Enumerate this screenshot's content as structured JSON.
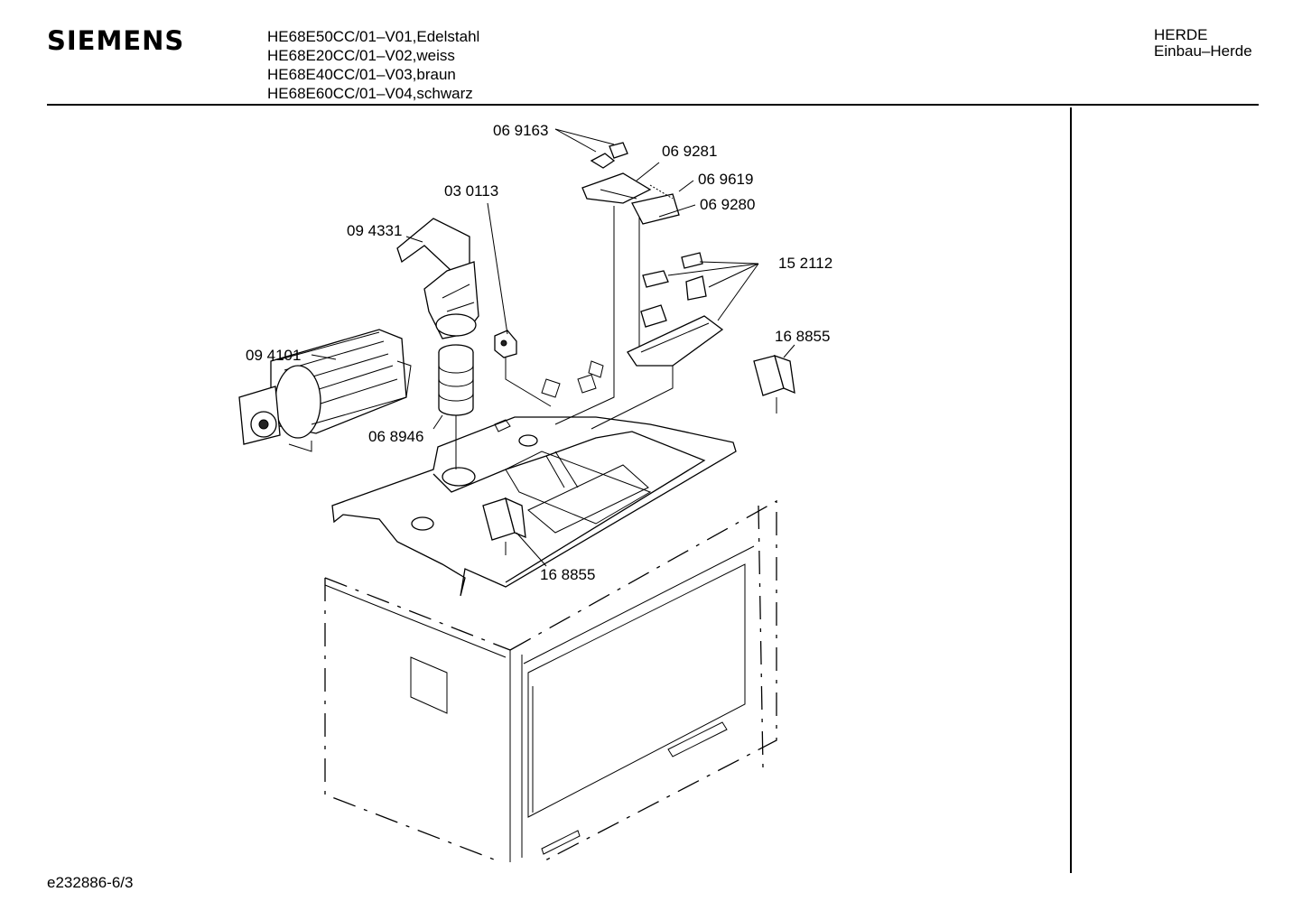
{
  "brand": "SIEMENS",
  "models": [
    "HE68E50CC/01–V01,Edelstahl",
    "HE68E20CC/01–V02,weiss",
    "HE68E40CC/01–V03,braun",
    "HE68E60CC/01–V04,schwarz"
  ],
  "category": {
    "line1": "HERDE",
    "line2": "Einbau–Herde"
  },
  "doc_number": "e232886-6/3",
  "callouts": {
    "c069163": "06 9163",
    "c069281": "06 9281",
    "c069619": "06 9619",
    "c069280": "06 9280",
    "c030113": "03 0113",
    "c094331": "09 4331",
    "c152112": "15 2112",
    "c168855a": "16 8855",
    "c094101": "09 4101",
    "c068946": "06 8946",
    "c168855b": "16 8855"
  }
}
